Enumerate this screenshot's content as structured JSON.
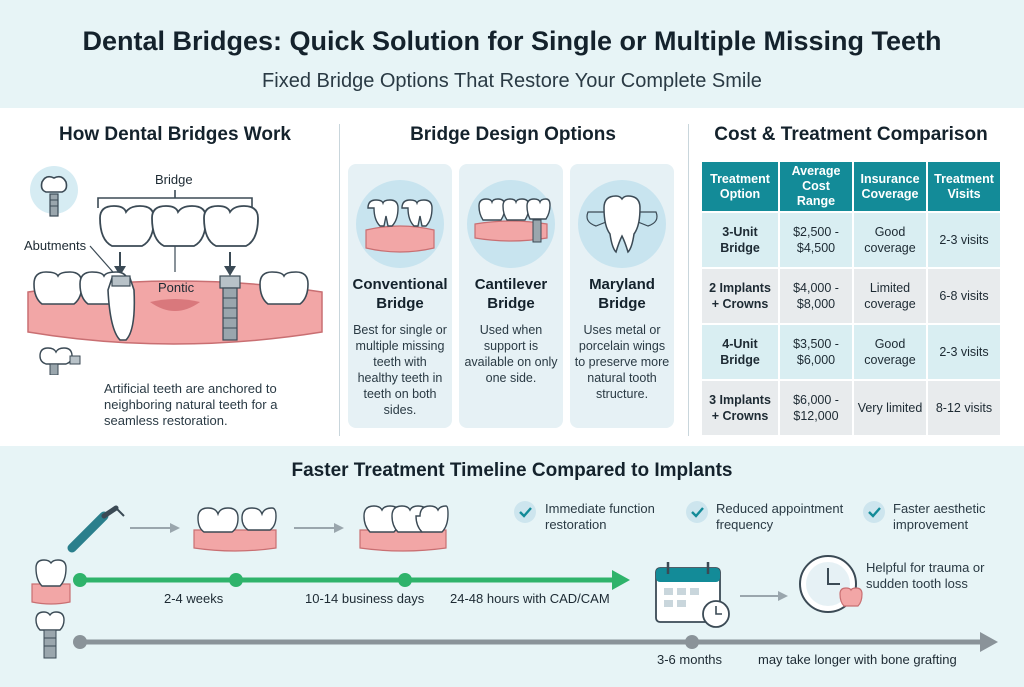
{
  "header": {
    "title": "Dental Bridges: Quick Solution for Single or Multiple Missing Teeth",
    "subtitle": "Fixed Bridge Options That Restore Your Complete Smile"
  },
  "how_it_works": {
    "title": "How Dental Bridges Work",
    "labels": {
      "bridge": "Bridge",
      "abutments": "Abutments",
      "pontic": "Pontic"
    },
    "note": "Artificial teeth are anchored to neighboring natural teeth for a seamless restoration."
  },
  "design_options": {
    "title": "Bridge Design Options",
    "cards": [
      {
        "title": "Conventional Bridge",
        "desc": "Best for single or multiple missing teeth with healthy teeth in teeth on both sides."
      },
      {
        "title": "Cantilever Bridge",
        "desc": "Used when support is available on only one side."
      },
      {
        "title": "Maryland Bridge",
        "desc": "Uses metal or porcelain wings to preserve more natural tooth structure."
      }
    ]
  },
  "cost": {
    "title": "Cost & Treatment Comparison",
    "headers": [
      "Treatment Option",
      "Average Cost Range",
      "Insurance Coverage",
      "Treatment Visits"
    ],
    "rows": [
      [
        "3-Unit Bridge",
        "$2,500 - $4,500",
        "Good coverage",
        "2-3 visits"
      ],
      [
        "2 Implants + Crowns",
        "$4,000 - $8,000",
        "Limited coverage",
        "6-8 visits"
      ],
      [
        "4-Unit Bridge",
        "$3,500 - $6,000",
        "Good coverage",
        "2-3 visits"
      ],
      [
        "3 Implants + Crowns",
        "$6,000 - $12,000",
        "Very limited",
        "8-12 visits"
      ]
    ]
  },
  "timeline": {
    "title": "Faster Treatment Timeline Compared to Implants",
    "benefits": [
      "Immediate function restoration",
      "Reduced appointment frequency",
      "Faster aesthetic improvement"
    ],
    "bridge_labels": [
      "2-4 weeks",
      "10-14 business days",
      "24-48 hours with CAD/CAM"
    ],
    "implant_labels": [
      "3-6 months",
      "may take longer with bone grafting"
    ],
    "helpful_note": "Helpful for trauma or sudden tooth loss"
  },
  "colors": {
    "teal": "#138b98",
    "green": "#2fb36b",
    "gum": "#f2a6a6",
    "gray_track": "#8a9399"
  }
}
